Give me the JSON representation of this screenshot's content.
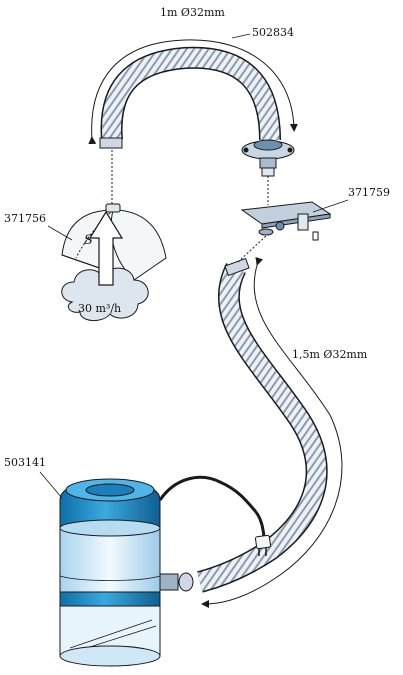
{
  "labels": {
    "hose_top_dim": "1m Ø32mm",
    "hose_top_part": "502834",
    "hood_part": "371756",
    "mount_part": "371759",
    "airflow": "30 m³/h",
    "hose_side_dim": "1,5m Ø32mm",
    "unit_part": "503141"
  },
  "colors": {
    "line": "#1a1a1a",
    "hose_fill": "#e9edf3",
    "hose_stripe": "#7f8fa3",
    "unit_blue": "#1d8fcf",
    "unit_light": "#d9eef9",
    "cloud": "#dfe7ef",
    "metal": "#b9c6d3"
  }
}
